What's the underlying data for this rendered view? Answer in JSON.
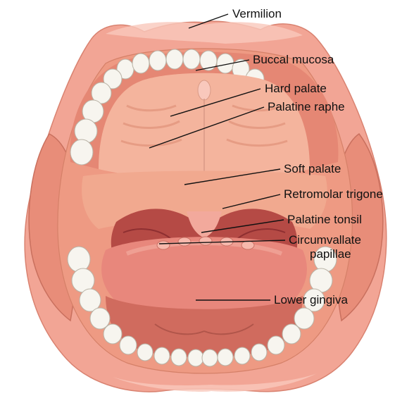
{
  "labels": {
    "vermilion": "Vermilion",
    "buccal_mucosa": "Buccal mucosa",
    "hard_palate": "Hard palate",
    "palatine_raphe": "Palatine raphe",
    "soft_palate": "Soft palate",
    "retromolar_trigone": "Retromolar trigone",
    "palatine_tonsil": "Palatine tonsil",
    "circumvallate_line1": "Circumvallate",
    "circumvallate_line2": "papillae",
    "lower_gingiva": "Lower gingiva"
  },
  "colors": {
    "lip": "#f2a595",
    "lip_dark": "#e0806e",
    "lip_light": "#f9c8bc",
    "mucosa": "#ee9a83",
    "palate": "#f4b49d",
    "palate_ridge": "#e69c84",
    "soft_palate": "#f1a98f",
    "throat": "#b54a45",
    "throat_dark": "#8e2f31",
    "tongue": "#e8877c",
    "tongue_light": "#f2a99c",
    "gum_lower": "#d06b5e",
    "tooth": "#f7f5ef",
    "tooth_edge": "#b9b3a6",
    "leader": "#111111"
  }
}
